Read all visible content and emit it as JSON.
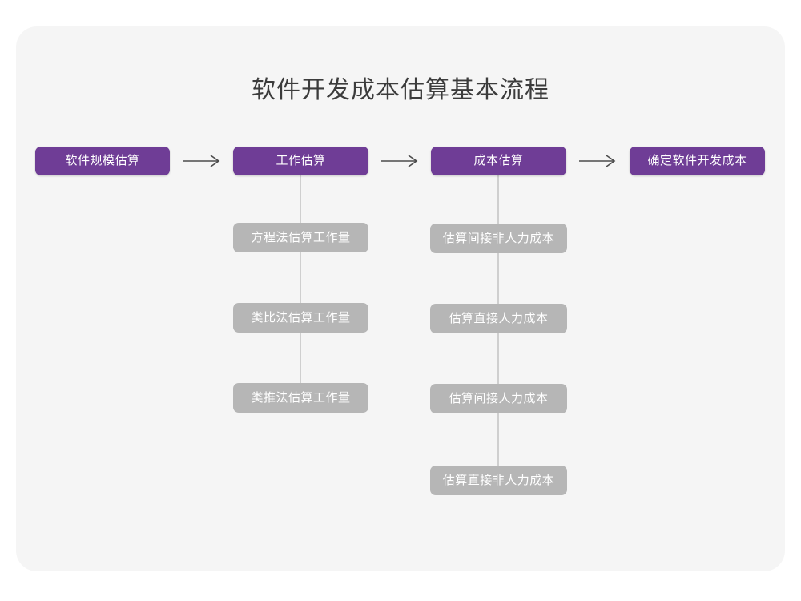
{
  "diagram": {
    "title": "软件开发成本估算基本流程",
    "colors": {
      "canvas_bg": "#f5f5f5",
      "page_bg": "#ffffff",
      "stage_box": "#6f3d96",
      "sub_box": "#b6b6b6",
      "box_text": "#ffffff",
      "title_text": "#3c3c3c",
      "connector_line": "#cfcfcf",
      "arrow": "#4d4d4d"
    },
    "stages": [
      {
        "label": "软件规模估算",
        "children": []
      },
      {
        "label": "工作估算",
        "children": [
          "方程法估算工作量",
          "类比法估算工作量",
          "类推法估算工作量"
        ]
      },
      {
        "label": "成本估算",
        "children": [
          "估算间接非人力成本",
          "估算直接人力成本",
          "估算间接人力成本",
          "估算直接非人力成本"
        ]
      },
      {
        "label": "确定软件开发成本",
        "children": []
      }
    ],
    "arrows": [
      {
        "name": "arrow-1",
        "from": "软件规模估算",
        "to": "工作估算"
      },
      {
        "name": "arrow-2",
        "from": "工作估算",
        "to": "成本估算"
      },
      {
        "name": "arrow-3",
        "from": "成本估算",
        "to": "确定软件开发成本"
      }
    ]
  }
}
